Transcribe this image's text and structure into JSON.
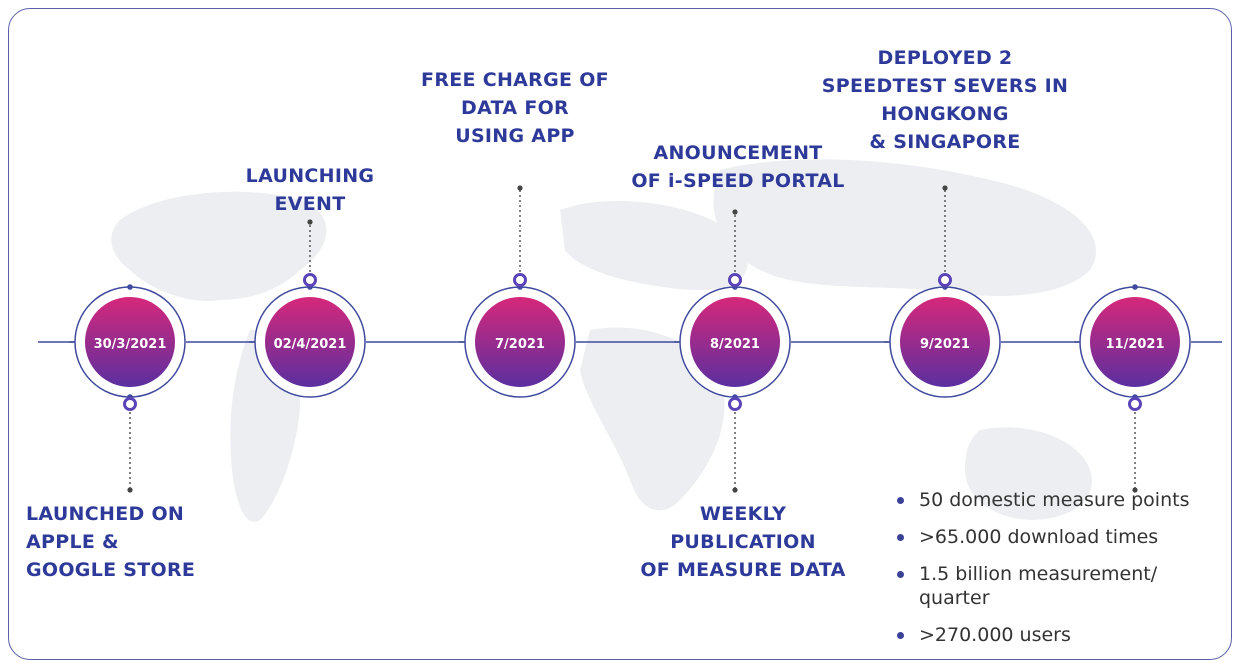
{
  "milestones": [
    {
      "date": "30/3/2021",
      "label": "LAUNCHED ON\nAPPLE &\nGOOGLE STORE",
      "side": "below"
    },
    {
      "date": "02/4/2021",
      "label": "LAUNCHING\nEVENT",
      "side": "above"
    },
    {
      "date": "7/2021",
      "label": "FREE CHARGE OF\nDATA FOR\nUSING APP",
      "side": "above"
    },
    {
      "date": "8/2021",
      "label": "ANOUNCEMENT\nOF i-SPEED PORTAL",
      "side": "above"
    },
    {
      "date": "8/2021",
      "label": "WEEKLY\nPUBLICATION\nOF MEASURE DATA",
      "side": "below"
    },
    {
      "date": "9/2021",
      "label": "DEPLOYED 2\nSPEEDTEST SEVERS IN\nHONGKONG\n& SINGAPORE",
      "side": "above"
    },
    {
      "date": "11/2021",
      "label": "",
      "side": "below"
    }
  ],
  "nodes": [
    "30/3/2021",
    "02/4/2021",
    "7/2021",
    "8/2021",
    "9/2021",
    "11/2021"
  ],
  "stats": [
    "50 domestic measure points",
    ">65.000 download times",
    "1.5 billion measurement/\nquarter",
    ">270.000 users"
  ],
  "colors": {
    "text": "#2e3a9a",
    "line": "#3f4a9e",
    "node_top": "#d6287a",
    "node_bottom": "#5b2fa0",
    "map": "#eceef2"
  }
}
